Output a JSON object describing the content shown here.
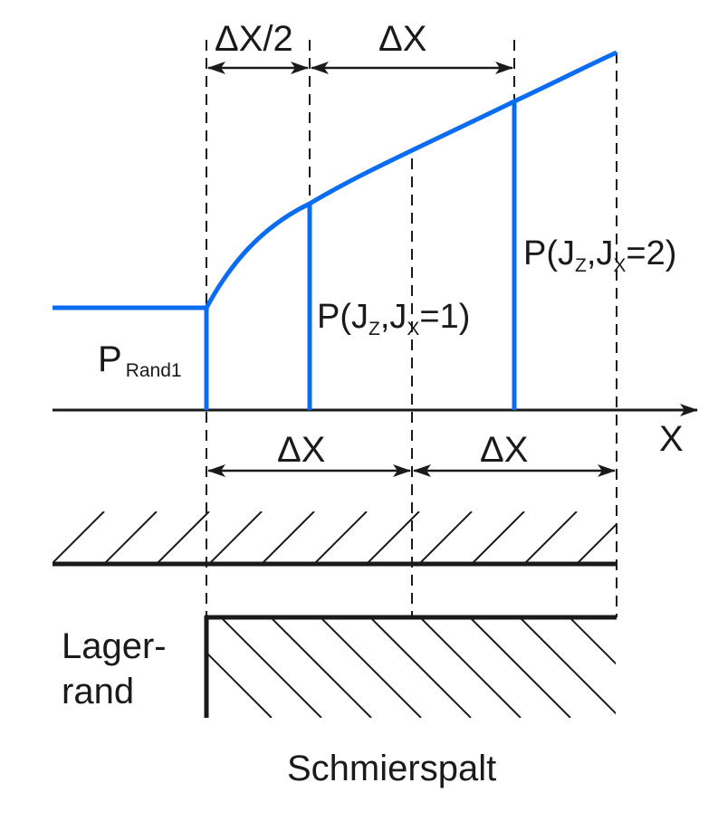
{
  "labels": {
    "dx_half": "ΔX/2",
    "dx_top": "ΔX",
    "dx_bottom_left": "ΔX",
    "dx_bottom_right": "ΔX",
    "x_axis": "X",
    "p_rand_main": "P",
    "p_rand_sub": "Rand1",
    "p1_open": "P(J",
    "p1_sub_z": "Z",
    "p1_comma": ",J",
    "p1_sub_x": "X",
    "p1_close": "=1)",
    "p2_open": "P(J",
    "p2_sub_z": "Z",
    "p2_comma": ",J",
    "p2_sub_x": "X",
    "p2_close": "=2)",
    "lager_line1": "Lager-",
    "lager_line2": "rand",
    "schmierspalt": "Schmierspalt"
  },
  "colors": {
    "curve": "#0a6cf0",
    "lines": "#1a1a1a"
  }
}
